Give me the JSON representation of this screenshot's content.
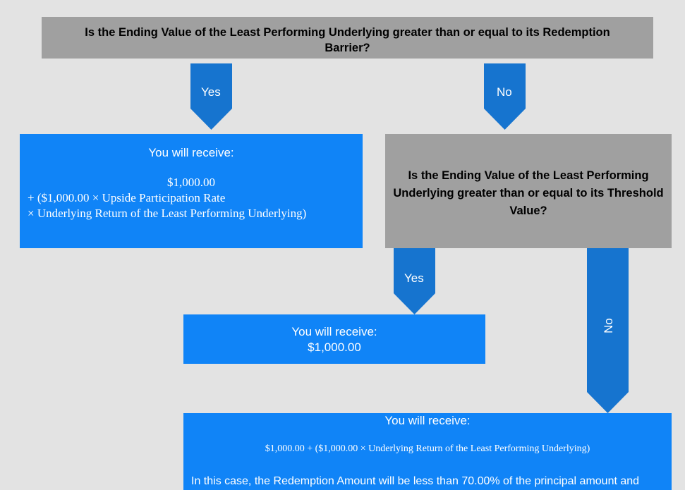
{
  "question1": "Is the Ending Value of the Least Performing Underlying greater than or equal to its Redemption Barrier?",
  "question2": "Is the Ending Value of the Least Performing Underlying greater than or equal to its Threshold Value?",
  "arrows": {
    "yes": "Yes",
    "no": "No"
  },
  "outcome_upside": {
    "heading": "You will receive:",
    "amount": "$1,000.00",
    "formula_line1": "+ ($1,000.00 × Upside Participation Rate",
    "formula_line2": "× Underlying Return of the Least Performing Underlying)"
  },
  "outcome_par": {
    "heading": "You will receive:",
    "amount": "$1,000.00"
  },
  "outcome_loss": {
    "heading": "You will receive:",
    "formula": "$1,000.00 + ($1,000.00 × Underlying Return of the Least Performing Underlying)",
    "note": "In this case, the Redemption Amount will be less than 70.00% of the principal amount and"
  },
  "colors": {
    "question_box": "#a0a0a0",
    "outcome_box": "#1084f7",
    "arrow": "#1674cf",
    "background": "#e3e3e3"
  }
}
